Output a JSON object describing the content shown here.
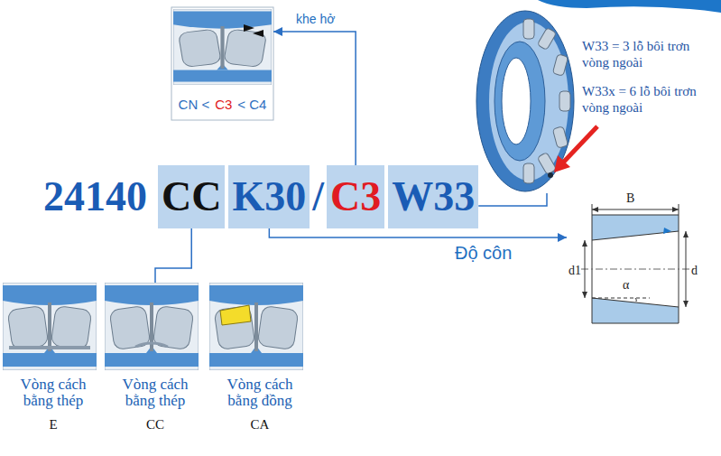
{
  "diagram": {
    "nodes": [
      {
        "text": [
          "CN <",
          "C3",
          "< C4"
        ]
      },
      {
        "text": [
          "W33 = 3 lỗ bôi trơn vòng ngoài",
          "W33x = 6 lỗ bôi trơn vòng ngoài"
        ]
      },
      {
        "text": [
          "CC"
        ]
      },
      {
        "text": [
          "K30"
        ]
      },
      {
        "text": [
          "C3"
        ]
      },
      {
        "text": [
          "W33"
        ]
      },
      {
        "text": [
          "B",
          "d1",
          "d",
          "α"
        ]
      },
      {
        "text": [
          "Vòng cách bằng thép",
          "E"
        ]
      },
      {
        "text": [
          "Vòng cách bằng thép",
          "CC"
        ]
      },
      {
        "text": [
          "Vòng cách bằng đồng",
          "CA"
        ]
      }
    ],
    "edges": [
      {
        "from": 4,
        "to": 0,
        "arrow": "to"
      },
      {
        "from": 5,
        "to": 1,
        "arrow": "none"
      },
      {
        "from": 3,
        "to": 6,
        "arrow": "to",
        "label": "Độ côn"
      },
      {
        "from": 2,
        "to": 8,
        "arrow": "none"
      }
    ],
    "labels": [
      "khe hở",
      "24140",
      "/"
    ]
  }
}
